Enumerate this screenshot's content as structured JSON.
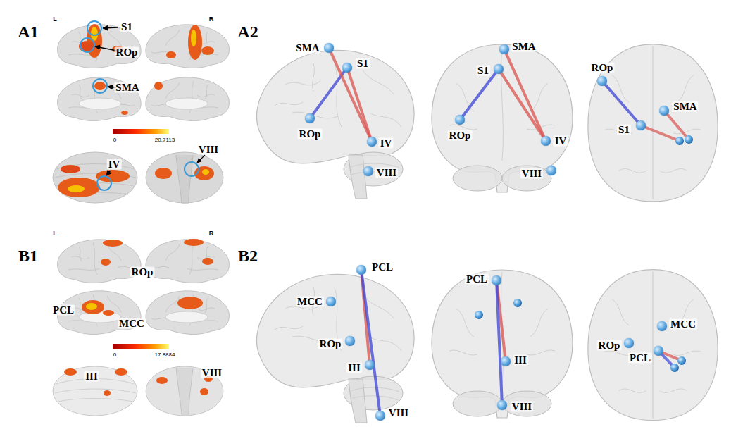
{
  "diagram": {
    "nodes": [
      {
        "text": [
          "SMA"
        ]
      },
      {
        "text": [
          "S1"
        ]
      },
      {
        "text": [
          "ROp"
        ]
      },
      {
        "text": [
          "IV"
        ]
      },
      {
        "text": [
          "VIII"
        ]
      },
      {
        "text": [
          "SMA"
        ]
      },
      {
        "text": [
          "S1"
        ]
      },
      {
        "text": [
          "ROp"
        ]
      },
      {
        "text": [
          "IV"
        ]
      },
      {
        "text": [
          "VIII"
        ]
      },
      {
        "text": [
          "ROp"
        ]
      },
      {
        "text": [
          "SMA"
        ]
      },
      {
        "text": [
          "S1"
        ]
      },
      {
        "text": [
          "PCL"
        ]
      },
      {
        "text": [
          "MCC"
        ]
      },
      {
        "text": [
          "ROp"
        ]
      },
      {
        "text": [
          "III"
        ]
      },
      {
        "text": [
          "VIII"
        ]
      },
      {
        "text": [
          "PCL"
        ]
      },
      {
        "text": [
          "III"
        ]
      },
      {
        "text": [
          "VIII"
        ]
      },
      {
        "text": [
          "MCC"
        ]
      },
      {
        "text": [
          "ROp"
        ]
      },
      {
        "text": [
          "PCL"
        ]
      }
    ],
    "edges": [
      {
        "from": 1,
        "to": 2,
        "arrow": "none"
      },
      {
        "from": 0,
        "to": 3,
        "arrow": "none"
      },
      {
        "from": 1,
        "to": 3,
        "arrow": "none"
      },
      {
        "from": 6,
        "to": 7,
        "arrow": "none"
      },
      {
        "from": 5,
        "to": 8,
        "arrow": "none"
      },
      {
        "from": 6,
        "to": 8,
        "arrow": "none"
      },
      {
        "from": 12,
        "to": 10,
        "arrow": "none"
      },
      {
        "from": 13,
        "to": 16,
        "arrow": "none"
      },
      {
        "from": 13,
        "to": 17,
        "arrow": "none"
      },
      {
        "from": 18,
        "to": 19,
        "arrow": "none"
      },
      {
        "from": 18,
        "to": 20,
        "arrow": "none"
      }
    ],
    "labels": [
      "A1",
      "L",
      "R",
      "S1",
      "ROp",
      "SMA",
      "0",
      "20.7113",
      "IV",
      "VIII",
      "A2",
      "B1",
      "L",
      "R",
      "ROp",
      "PCL",
      "MCC",
      "0",
      "17.8884",
      "III",
      "VIII",
      "B2"
    ]
  }
}
